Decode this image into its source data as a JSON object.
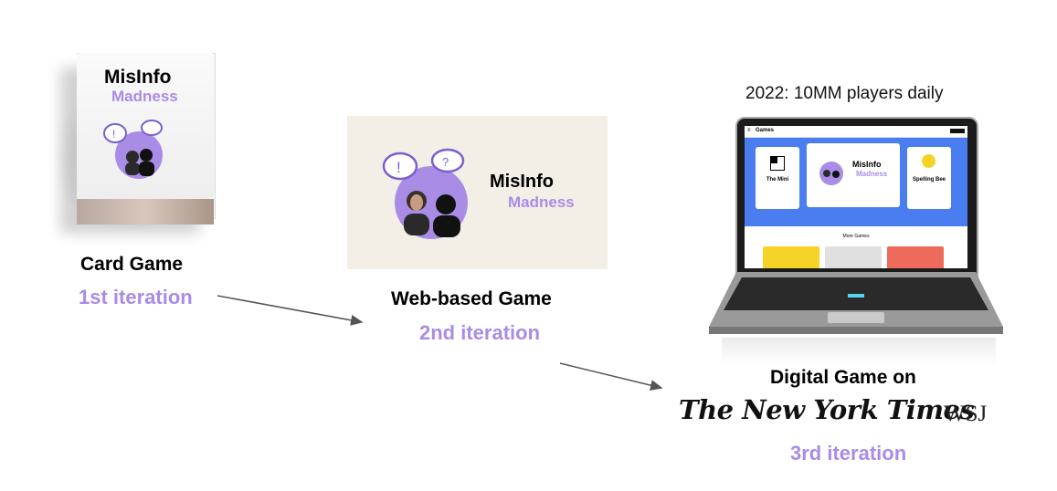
{
  "stages": {
    "card": {
      "title": "Card Game",
      "iteration": "1st iteration",
      "logo_line1": "MisInfo",
      "logo_line2": "Madness"
    },
    "web": {
      "title": "Web-based Game",
      "iteration": "2nd iteration",
      "logo_line1": "MisInfo",
      "logo_line2": "Madness"
    },
    "digital": {
      "title": "Digital Game on",
      "iteration": "3rd iteration",
      "caption": "2022: 10MM players daily",
      "publishers": {
        "nyt": "The New York Times",
        "wsj": "WSJ"
      }
    }
  },
  "screen": {
    "header": "Games",
    "mini_title": "The Mini",
    "center_logo_line1": "MisInfo",
    "center_logo_line2": "Madness",
    "spelling_bee": "Spelling Bee",
    "more_games": "More Games"
  },
  "colors": {
    "accent_purple": "#a98ce6",
    "nyt_blue": "#4a7ef0",
    "tile_yellow": "#f5d327",
    "tile_gray": "#e0e0e0",
    "tile_red": "#ee6a5a",
    "arrow": "#555555"
  }
}
